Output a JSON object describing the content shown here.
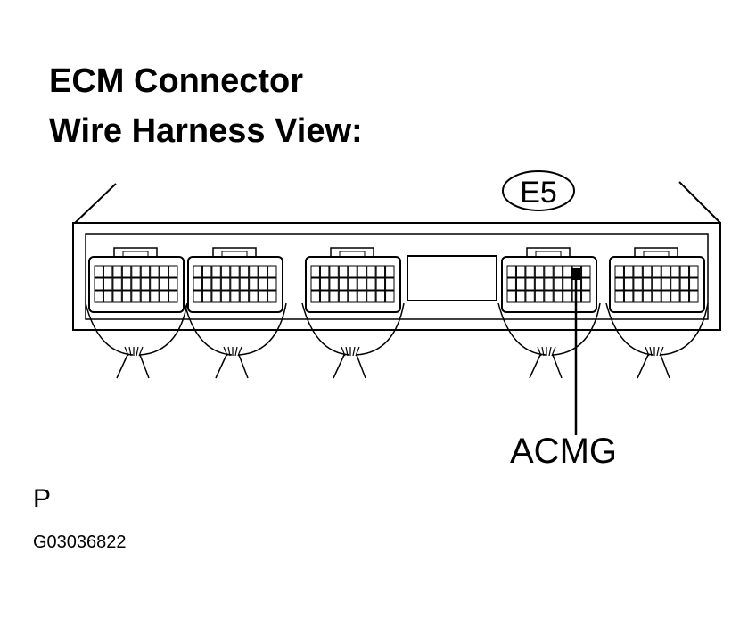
{
  "title_line1": "ECM Connector",
  "title_line2": "Wire Harness View:",
  "connector_id": "E5",
  "pin_label": "ACMG",
  "page_letter": "P",
  "figure_code": "G03036822"
}
